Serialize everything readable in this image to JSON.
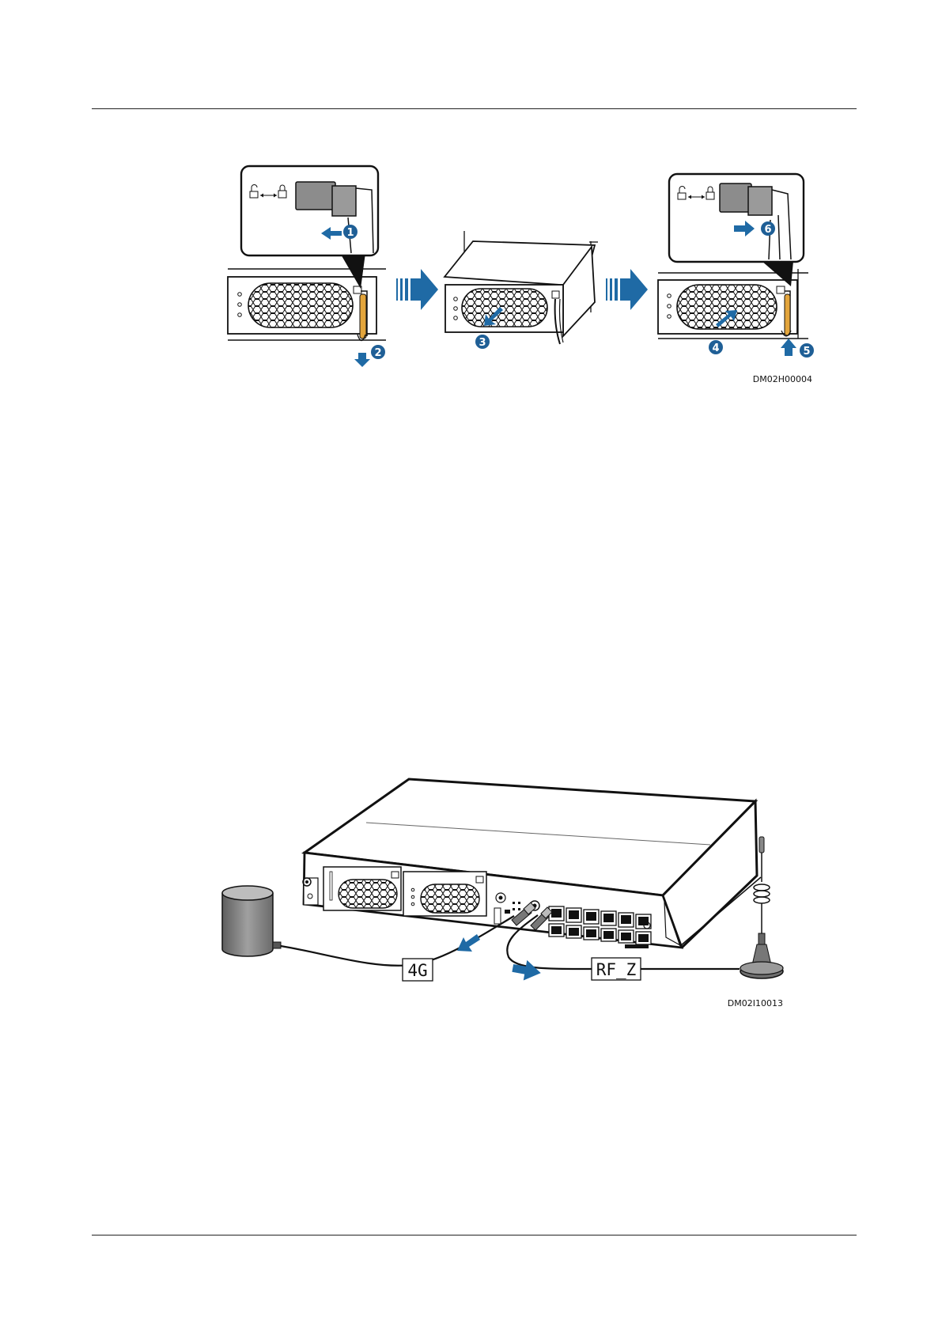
{
  "figure1": {
    "code": "DM02H00004",
    "steps": [
      "1",
      "2",
      "3",
      "4",
      "5",
      "6"
    ]
  },
  "figure2": {
    "code": "DM02I10013",
    "label_4g": "4G",
    "label_rfz": "RF_Z"
  },
  "colors": {
    "arrow": "#1f6aa5",
    "circle": "#1f5f96",
    "line": "#111111",
    "fill_gray": "#8c8c8c",
    "handle": "#e3a53c"
  }
}
